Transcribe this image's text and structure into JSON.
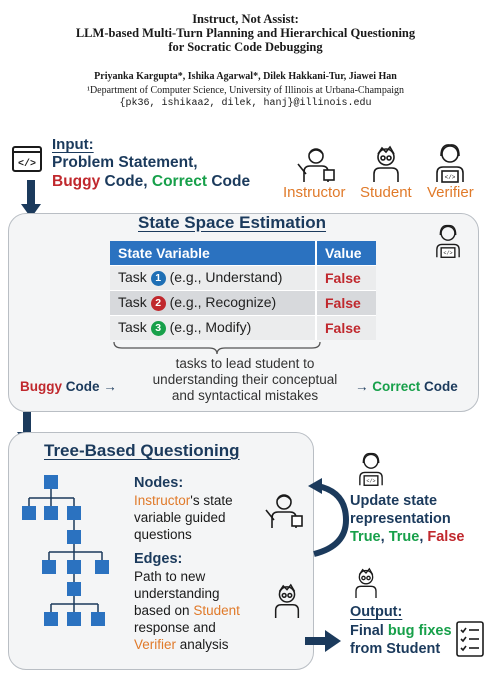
{
  "paper": {
    "title_line1": "Instruct, Not Assist:",
    "title_line2": "LLM-based Multi-Turn Planning and Hierarchical Questioning",
    "title_line3": "for Socratic Code Debugging",
    "authors": "Priyanka Kargupta*, Ishika Agarwal*, Dilek Hakkani-Tur, Jiawei Han",
    "affiliation": "¹Department of Computer Science, University of Illinois at Urbana-Champaign",
    "emails": "{pk36, ishikaa2, dilek, hanj}@illinois.edu"
  },
  "input": {
    "heading": "Input:",
    "line1": "Problem Statement,",
    "buggy": "Buggy",
    "code1": " Code, ",
    "correct": "Correct",
    "code2": " Code",
    "icon": "code-window-icon"
  },
  "roles": {
    "instructor": "Instructor",
    "student": "Student",
    "verifier": "Verifier"
  },
  "state_space": {
    "heading": "State Space Estimation",
    "col_variable": "State Variable",
    "col_value": "Value",
    "rows": [
      {
        "task": "Task",
        "num": "1",
        "desc": "(e.g., Understand)",
        "value": "False",
        "color": "#1e6fb5"
      },
      {
        "task": "Task",
        "num": "2",
        "desc": "(e.g., Recognize)",
        "value": "False",
        "color": "#c0282d"
      },
      {
        "task": "Task",
        "num": "3",
        "desc": "(e.g., Modify)",
        "value": "False",
        "color": "#17a04a"
      }
    ],
    "brace_line1": "tasks to lead student to",
    "brace_line2": "understanding their conceptual",
    "brace_line3": "and syntactical mistakes",
    "buggy": "Buggy",
    "code_arrow": " Code →",
    "arrow_correct": "→ ",
    "correct": "Correct",
    "code": " Code"
  },
  "tree": {
    "heading": "Tree-Based Questioning",
    "nodes_heading": "Nodes:",
    "nodes_role": "Instructor",
    "nodes_line1_rest": "'s state",
    "nodes_line2": "variable guided",
    "nodes_line3": "questions",
    "edges_heading": "Edges:",
    "edges_line1": "Path to new",
    "edges_line2": "understanding",
    "edges_line3_pre": "based on ",
    "edges_role_student": "Student",
    "edges_line4": "response and",
    "edges_role_verifier": "Verifier",
    "edges_line5_rest": " analysis"
  },
  "update": {
    "line1": "Update state",
    "line2": "representation",
    "v1": "True",
    "sep1": ", ",
    "v2": "True",
    "sep2": ", ",
    "v3": "False"
  },
  "output": {
    "heading": "Output:",
    "line1_pre": "Final ",
    "bug_fixes": "bug fixes",
    "line2": "from Student"
  }
}
